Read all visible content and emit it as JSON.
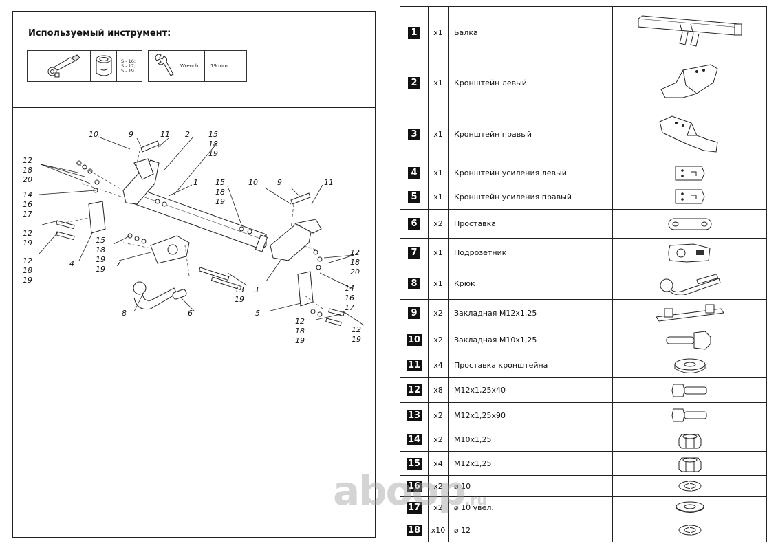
{
  "tools": {
    "title": "Используемый инструмент:",
    "socket_sizes": [
      "S - 16;",
      "S - 17;",
      "S - 19."
    ],
    "wrench_label": "Wrench",
    "wrench_size": "19 mm"
  },
  "callouts": [
    "10",
    "9",
    "11",
    "2",
    "15",
    "18",
    "19",
    "12",
    "18",
    "20",
    "1",
    "14",
    "16",
    "17",
    "12",
    "19",
    "15",
    "18",
    "19",
    "10",
    "9",
    "11",
    "12",
    "18",
    "19",
    "15",
    "18",
    "19",
    "12",
    "18",
    "20",
    "4",
    "7",
    "19",
    "14",
    "16",
    "17",
    "3",
    "13",
    "19",
    "8",
    "6",
    "5",
    "12",
    "18",
    "19",
    "12",
    "19"
  ],
  "parts": [
    {
      "num": "1",
      "qty": "x1",
      "name": "Балка",
      "icon": "beam-icon"
    },
    {
      "num": "2",
      "qty": "x1",
      "name": "Кронштейн левый",
      "icon": "bracket-left-icon"
    },
    {
      "num": "3",
      "qty": "x1",
      "name": "Кронштейн правый",
      "icon": "bracket-right-icon"
    },
    {
      "num": "4",
      "qty": "x1",
      "name": "Кронштейн усиления левый",
      "icon": "reinforcement-plate-icon"
    },
    {
      "num": "5",
      "qty": "x1",
      "name": "Кронштейн усиления правый",
      "icon": "reinforcement-plate-icon"
    },
    {
      "num": "6",
      "qty": "x2",
      "name": "Проставка",
      "icon": "spacer-icon"
    },
    {
      "num": "7",
      "qty": "x1",
      "name": "Подрозетник",
      "icon": "socket-plate-icon"
    },
    {
      "num": "8",
      "qty": "x1",
      "name": "Крюк",
      "icon": "tow-ball-icon"
    },
    {
      "num": "9",
      "qty": "x2",
      "name": "Закладная М12х1,25",
      "icon": "embedded-plate-icon"
    },
    {
      "num": "10",
      "qty": "x2",
      "name": "Закладная М10х1,25",
      "icon": "embedded-bolt-icon"
    },
    {
      "num": "11",
      "qty": "x4",
      "name": "Проставка кронштейна",
      "icon": "bracket-spacer-icon"
    },
    {
      "num": "12",
      "qty": "x8",
      "name": "M12x1,25x40",
      "icon": "bolt-icon"
    },
    {
      "num": "13",
      "qty": "x2",
      "name": "M12x1,25x90",
      "icon": "bolt-icon"
    },
    {
      "num": "14",
      "qty": "x2",
      "name": "M10x1,25",
      "icon": "nut-icon"
    },
    {
      "num": "15",
      "qty": "x4",
      "name": "M12x1,25",
      "icon": "nut-icon"
    },
    {
      "num": "16",
      "qty": "x2",
      "name": "⌀ 10",
      "icon": "spring-washer-icon"
    },
    {
      "num": "17",
      "qty": "x2",
      "name": "⌀ 10 увел.",
      "icon": "flat-washer-icon"
    },
    {
      "num": "18",
      "qty": "x10",
      "name": "⌀ 12",
      "icon": "spring-washer-icon"
    }
  ],
  "watermark": {
    "main": "aboop",
    "suffix": ".ru"
  }
}
